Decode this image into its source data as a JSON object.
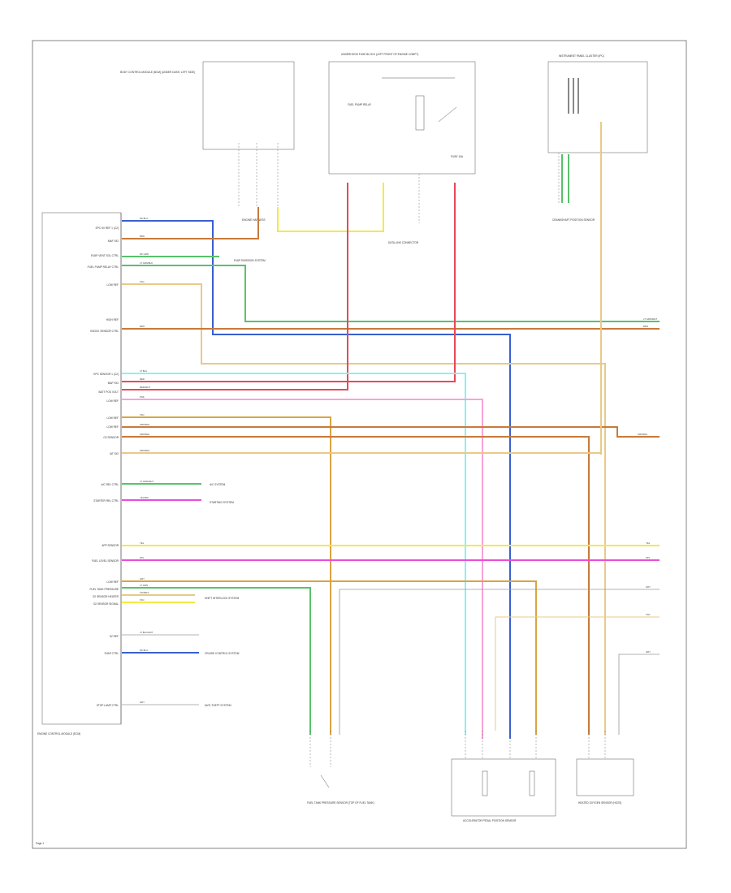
{
  "diagram": {
    "ecm_title": "ENGINE CONTROL MODULE (ECM)",
    "page_id": "Page 1"
  },
  "ecm_pins": [
    "EPC 5V REF 1 (C2)",
    "MAF SIG",
    "EVAP VENT SOL CTRL",
    "FUEL PUMP RELAY CTRL",
    "LOW REF",
    "HIGH REF",
    "KNOCK SENSOR CTRL",
    "EPC SENSOR 1 (C2)",
    "MAP SIG",
    "BATT POS VOLT",
    "LOW REF",
    "LOW REF",
    "LOW REF",
    "O2 SENSOR",
    "IAT SIG",
    "A/C REL CTRL",
    "STARTER REL CTRL",
    "APP SENSOR",
    "FUEL LEVEL SENSOR",
    "LOW REF",
    "FUEL TANK PRESSURE",
    "O2 SENSOR HEATER",
    "O2 SENSOR SIGNAL",
    "5V REF",
    "EVAP CTRL",
    "STOP LAMP CTRL"
  ],
  "components": {
    "body_control": "BODY CONTROL MODULE (BCM) (UNDER DASH, LEFT SIDE)",
    "fuse_block": "UNDERHOOD FUSE BLOCK (LEFT FRONT OF ENGINE COMPT)",
    "instrument_panel": "INSTRUMENT PANEL CLUSTER (IPC)",
    "engine_harness": "ENGINE HARNESS",
    "relay": "FUEL PUMP RELAY",
    "fuse": "FUSE 10A",
    "fuel_tank_sensor": "FUEL TANK PRESSURE SENSOR (TOP OF FUEL TANK)",
    "accel_pedal": "ACCELERATOR PEDAL POSITION SENSOR",
    "o2_sensor": "HEATED OXYGEN SENSOR (HO2S)",
    "data_link": "DATA LINK CONNECTOR",
    "crank_sensor": "CRANKSHAFT POSITION SENSOR"
  },
  "refs": {
    "evap_system": "EVAP EMISSION SYSTEM",
    "starting_system": "STARTING SYSTEM",
    "ac_system": "A/C SYSTEM",
    "cruise": "CRUISE CONTROL SYSTEM",
    "anti_theft": "ANTI-THEFT SYSTEM",
    "shift_interlock": "SHIFT INTERLOCK SYSTEM"
  },
  "wire_colors": {
    "blue": "#3a5fcd",
    "orange": "#d9a441",
    "green": "#58c26a",
    "red": "#e8485a",
    "yellow": "#f2ea45",
    "magenta": "#ea4ddb",
    "cyan": "#8ef0ee",
    "tan": "#e9c98a",
    "pink": "#f7a2d8",
    "brown": "#c87a3a",
    "purple": "#b07fdc",
    "gray": "#9a9a9a"
  },
  "wire_labels": {
    "w1": "DK BLU",
    "w2": "BRN",
    "w3": "DK GRN",
    "w4": "LT GRN/BLK",
    "w5": "TAN",
    "w6": "BRN",
    "w7": "LT BLU",
    "w8": "RED",
    "w9": "RED/WHT",
    "w10": "PNK",
    "w11": "TAN",
    "w12": "ORN/BLK",
    "w13": "ORN/BLK",
    "w14": "ORN/BLK",
    "w15": "LT GRN/WHT",
    "w16": "YEL/BLK",
    "w17": "YEL",
    "w18": "PPL",
    "w19": "GRY",
    "w20": "LT GRN",
    "w21": "TAN/BLK",
    "w22": "TAN",
    "w23": "LT BLU/WHT",
    "w24": "DK BLU",
    "w25": "GRY"
  },
  "right_labels": [
    "LT GRN/WHT",
    "BRN",
    "ORN/BLK",
    "YEL",
    "PPL",
    "GRY",
    "TAN",
    "GRY"
  ]
}
